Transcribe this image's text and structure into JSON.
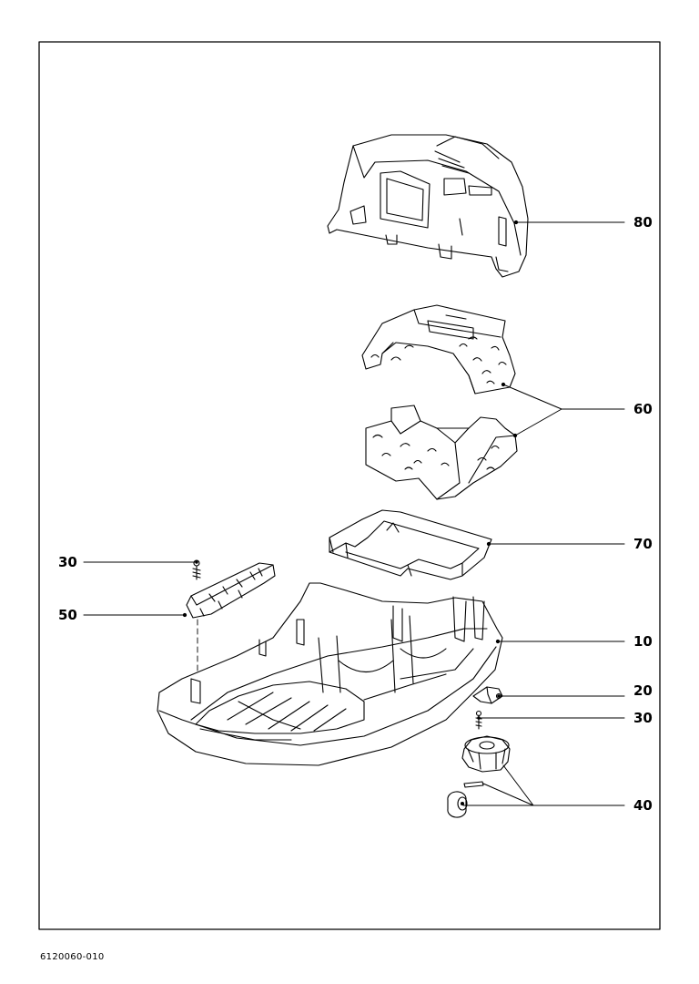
{
  "diagram": {
    "document_number": "6120060-010",
    "callouts": {
      "c80": "80",
      "c60": "60",
      "c70": "70",
      "c30_left": "30",
      "c50": "50",
      "c10": "10",
      "c20": "20",
      "c30_right": "30",
      "c40": "40"
    }
  }
}
